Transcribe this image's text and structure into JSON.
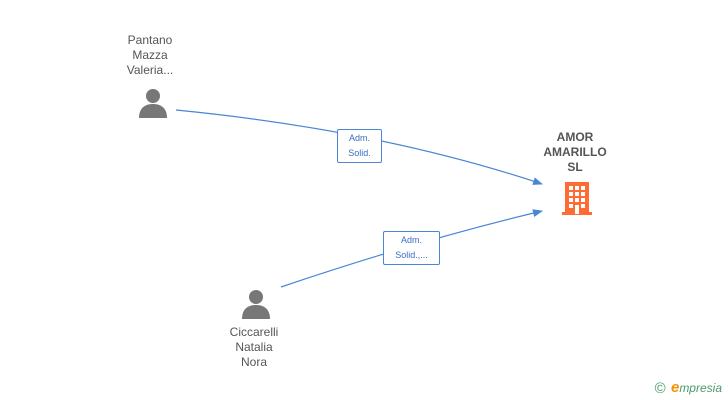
{
  "colors": {
    "edge": "#4a86d4",
    "person_icon": "#777777",
    "company_icon": "#ff6b35",
    "label_text": "#3a6fbf"
  },
  "persons": [
    {
      "id": "pantano",
      "lines": [
        "Pantano",
        "Mazza",
        "Valeria..."
      ],
      "icon": "person-icon"
    },
    {
      "id": "ciccarelli",
      "lines": [
        "Ciccarelli",
        "Natalia",
        "Nora"
      ],
      "icon": "person-icon"
    }
  ],
  "company": {
    "lines": [
      "AMOR",
      "AMARILLO",
      "SL"
    ],
    "icon": "building-icon"
  },
  "relations": [
    {
      "from": "pantano",
      "to": "company",
      "label": [
        "Adm.",
        "Solid."
      ]
    },
    {
      "from": "ciccarelli",
      "to": "company",
      "label": [
        "Adm.",
        "Solid.,..."
      ]
    }
  ],
  "brand": {
    "copyright": "©",
    "initial": "e",
    "rest": "mpresia"
  }
}
